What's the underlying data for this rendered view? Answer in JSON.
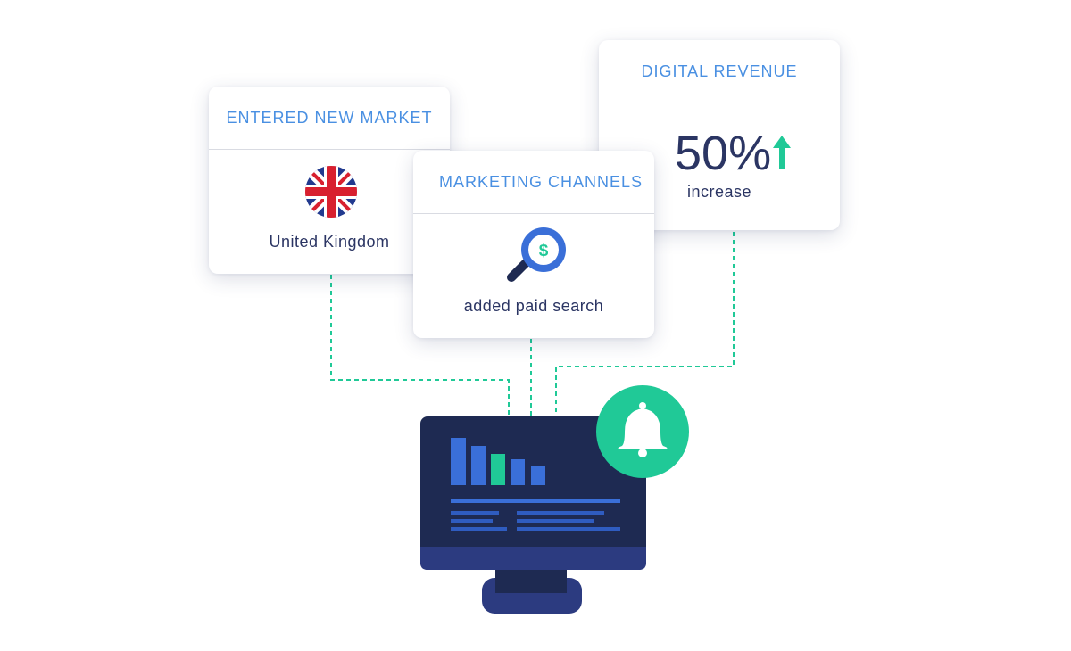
{
  "cards": {
    "market": {
      "title": "ENTERED NEW MARKET",
      "caption": "United Kingdom",
      "icon": "uk-flag-icon"
    },
    "channels": {
      "title": "MARKETING CHANNELS",
      "caption": "added paid search",
      "icon": "magnifier-dollar-icon"
    },
    "revenue": {
      "title": "DIGITAL REVENUE",
      "value": "50%",
      "caption": "increase",
      "icon": "up-arrow-icon"
    }
  },
  "colors": {
    "header_text": "#4a90e2",
    "body_text": "#2b3563",
    "accent_green": "#20c997",
    "monitor_dark": "#1e2a52",
    "monitor_base": "#2c3b80",
    "bar_blue": "#3a6fd8",
    "uk_red": "#d8202f",
    "uk_blue": "#223a8f"
  }
}
